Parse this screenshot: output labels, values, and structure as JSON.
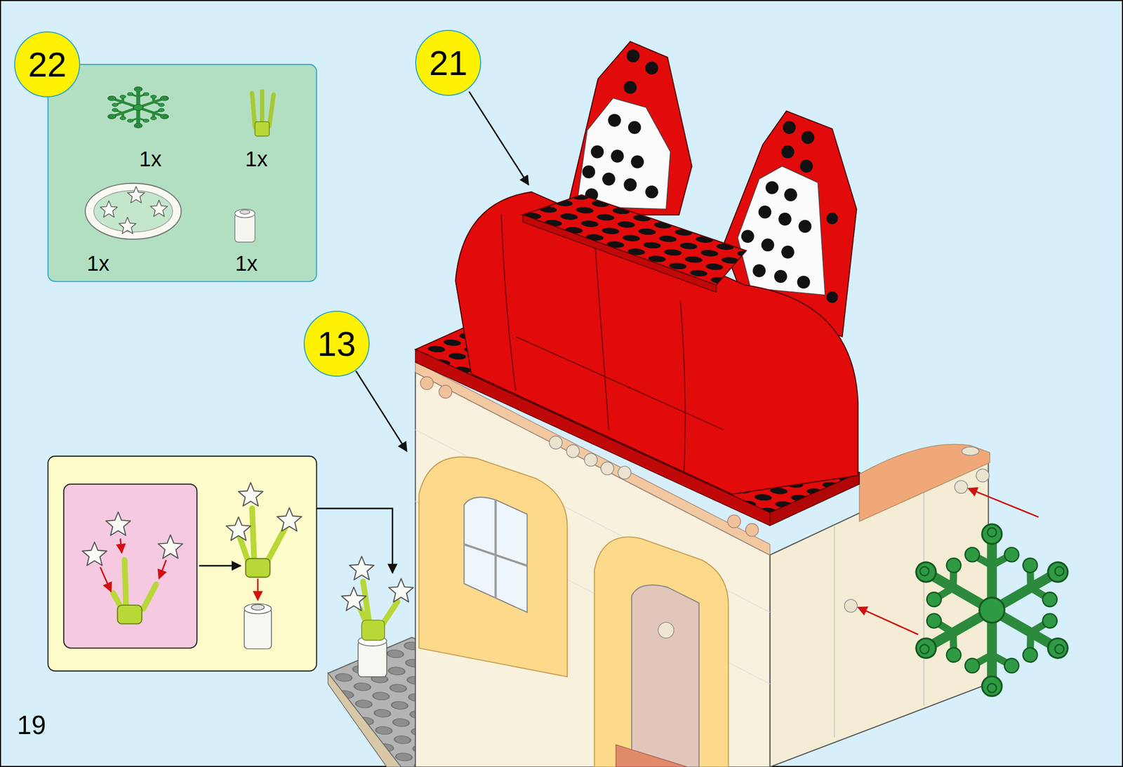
{
  "diagram": {
    "nodes": [
      {
        "text": [
          "22"
        ]
      },
      {
        "text": [
          "1x",
          "1x",
          "1x",
          "1x"
        ]
      },
      {
        "text": [
          "21"
        ]
      },
      {
        "text": [
          "13"
        ]
      }
    ],
    "labels": [
      "19"
    ]
  }
}
